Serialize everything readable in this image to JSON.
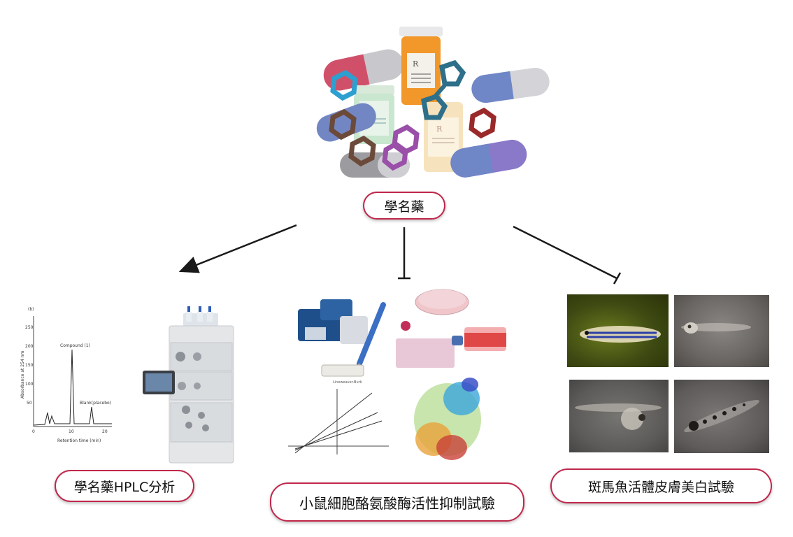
{
  "center_node": {
    "label": "學名藥"
  },
  "branches": [
    {
      "label": "學名藥HPLC分析",
      "connector": "arrow"
    },
    {
      "label": "小鼠細胞酪氨酸酶活性抑制試驗",
      "connector": "inhibit"
    },
    {
      "label": "斑馬魚活體皮膚美白試驗",
      "connector": "inhibit"
    }
  ],
  "hplc_chart": {
    "panel_label": "(b)",
    "ylabel": "Absorbance at 254 nm",
    "xlabel": "Retention time (min)",
    "peak_labels": [
      "Compound (1)",
      "Blank(placebo)"
    ],
    "x_ticks": [
      "0",
      "10",
      "20"
    ],
    "y_ticks": [
      "250",
      "200",
      "150",
      "100",
      "50"
    ]
  },
  "plate_label": "Lineweaver-Burk",
  "colors": {
    "accent": "#c0274a",
    "arrow": "#1a1a1a"
  }
}
